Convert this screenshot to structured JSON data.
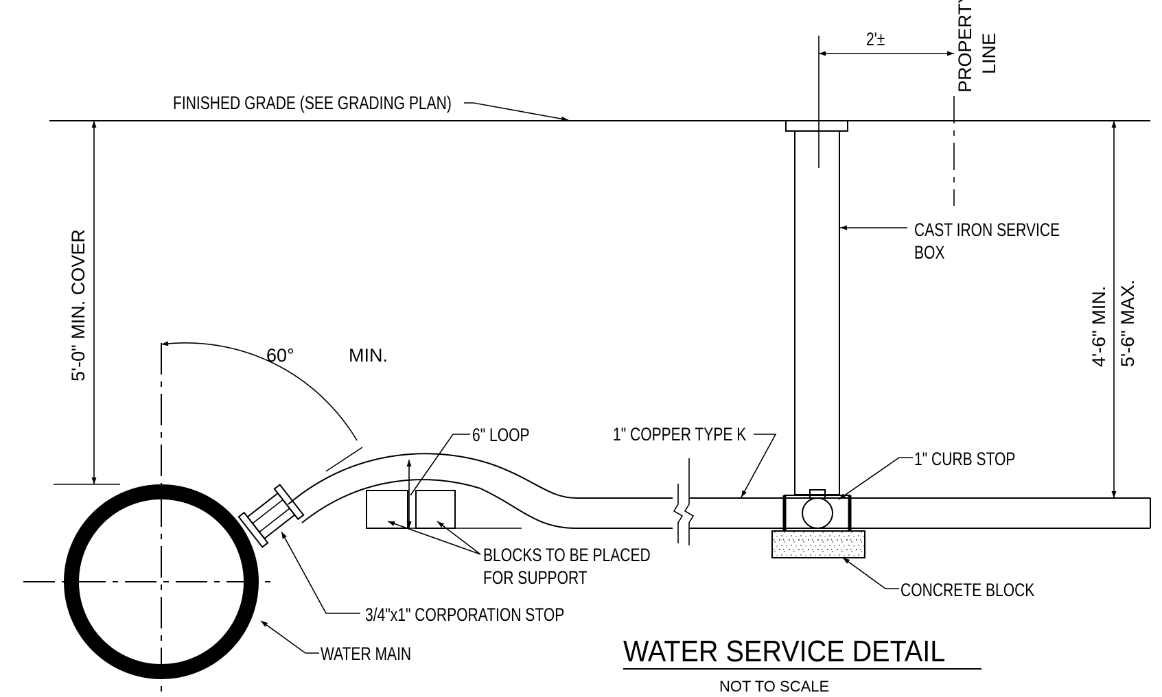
{
  "title": "WATER SERVICE DETAIL",
  "subtitle": "NOT TO SCALE",
  "labels": {
    "finished_grade": "FINISHED GRADE (SEE GRADING PLAN)",
    "property_line_1": "PROPERTY",
    "property_line_2": "LINE",
    "dim_2ft": "2'±",
    "cast_iron_1": "CAST IRON SERVICE",
    "cast_iron_2": "BOX",
    "min_cover": "5'-0\" MIN. COVER",
    "depth_min": "4'-6\" MIN.",
    "depth_max": "5'-6\" MAX.",
    "angle": "60°",
    "angle_min": "MIN.",
    "loop": "6\" LOOP",
    "copper": "1\" COPPER   TYPE K",
    "curb_stop": "1\" CURB STOP",
    "blocks_1": "BLOCKS TO BE PLACED",
    "blocks_2": "FOR SUPPORT",
    "concrete_block": "CONCRETE BLOCK",
    "corp_stop": "3/4\"x1\" CORPORATION STOP",
    "water_main": "WATER MAIN"
  }
}
